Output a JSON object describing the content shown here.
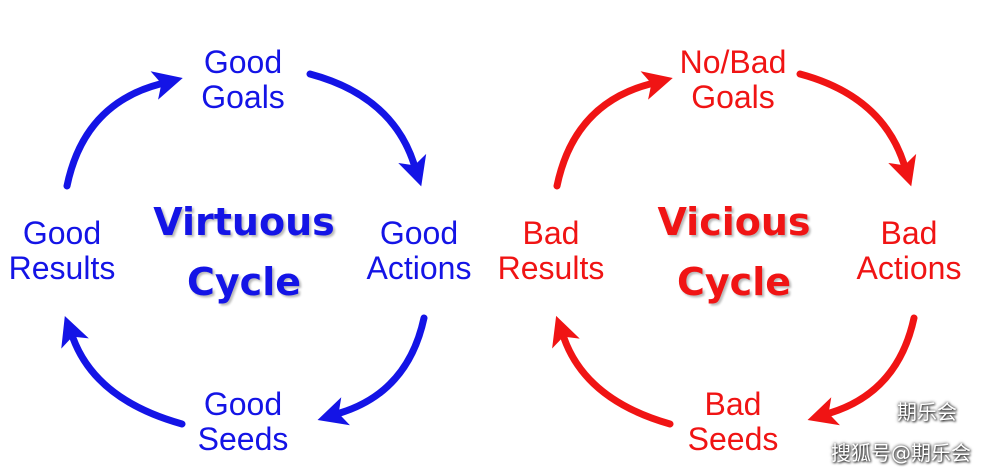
{
  "colors": {
    "virtuous": "#1414e6",
    "vicious": "#f01414"
  },
  "virtuous_cycle": {
    "title": [
      "Virtuous",
      "Cycle"
    ],
    "nodes": {
      "goals": [
        "Good",
        "Goals"
      ],
      "actions": [
        "Good",
        "Actions"
      ],
      "seeds": [
        "Good",
        "Seeds"
      ],
      "results": [
        "Good",
        "Results"
      ]
    }
  },
  "vicious_cycle": {
    "title": [
      "Vicious",
      "Cycle"
    ],
    "nodes": {
      "goals": [
        "No/Bad",
        "Goals"
      ],
      "actions": [
        "Bad",
        "Actions"
      ],
      "seeds": [
        "Bad",
        "Seeds"
      ],
      "results": [
        "Bad",
        "Results"
      ]
    }
  },
  "watermark": {
    "brand": "期乐会",
    "caption": "搜狐号@期乐会",
    "icon": "wechat-icon"
  }
}
